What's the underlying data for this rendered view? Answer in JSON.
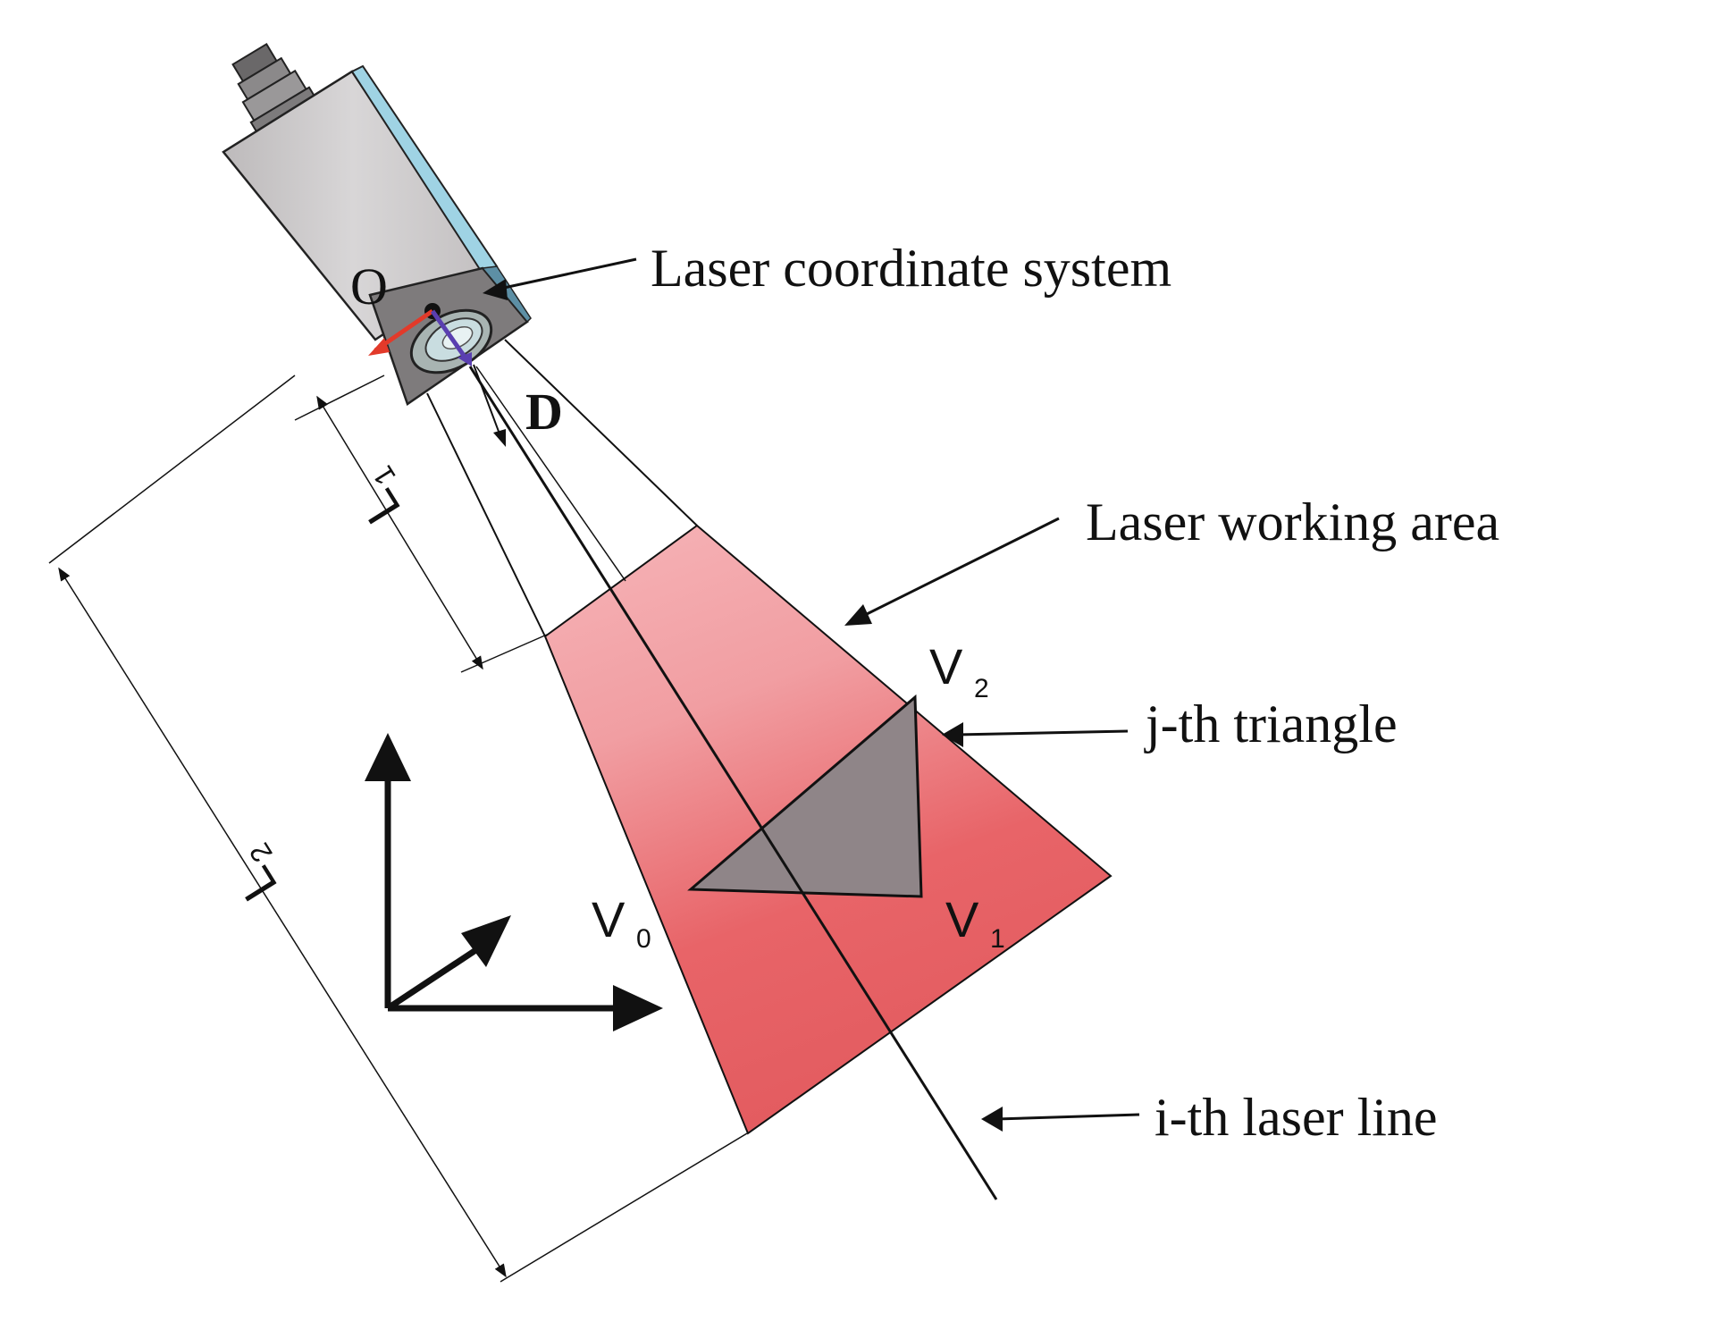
{
  "labels": {
    "laser_coordinate_system": "Laser coordinate system",
    "laser_working_area": "Laser working area",
    "jth_triangle": "j-th triangle",
    "ith_laser_line": "i-th laser line",
    "origin": "O",
    "direction": "D",
    "l1_main": "L",
    "l1_sub": "1",
    "l2_main": "L",
    "l2_sub": "2",
    "v0_main": "V",
    "v0_sub": "0",
    "v1_main": "V",
    "v1_sub": "1",
    "v2_main": "V",
    "v2_sub": "2"
  },
  "colors": {
    "working_area_light": "#f4aaae",
    "working_area_dark": "#e25a5e",
    "triangle_fill": "#8f8588",
    "sensor_body": "#cdcacb",
    "sensor_glass": "#9fd3e4",
    "axis_red": "#e23a2a",
    "axis_blue": "#5a3fb0",
    "ink": "#111111"
  },
  "icons": {
    "sensor": "laser-sensor-icon",
    "axes": "3d-axes-icon"
  }
}
